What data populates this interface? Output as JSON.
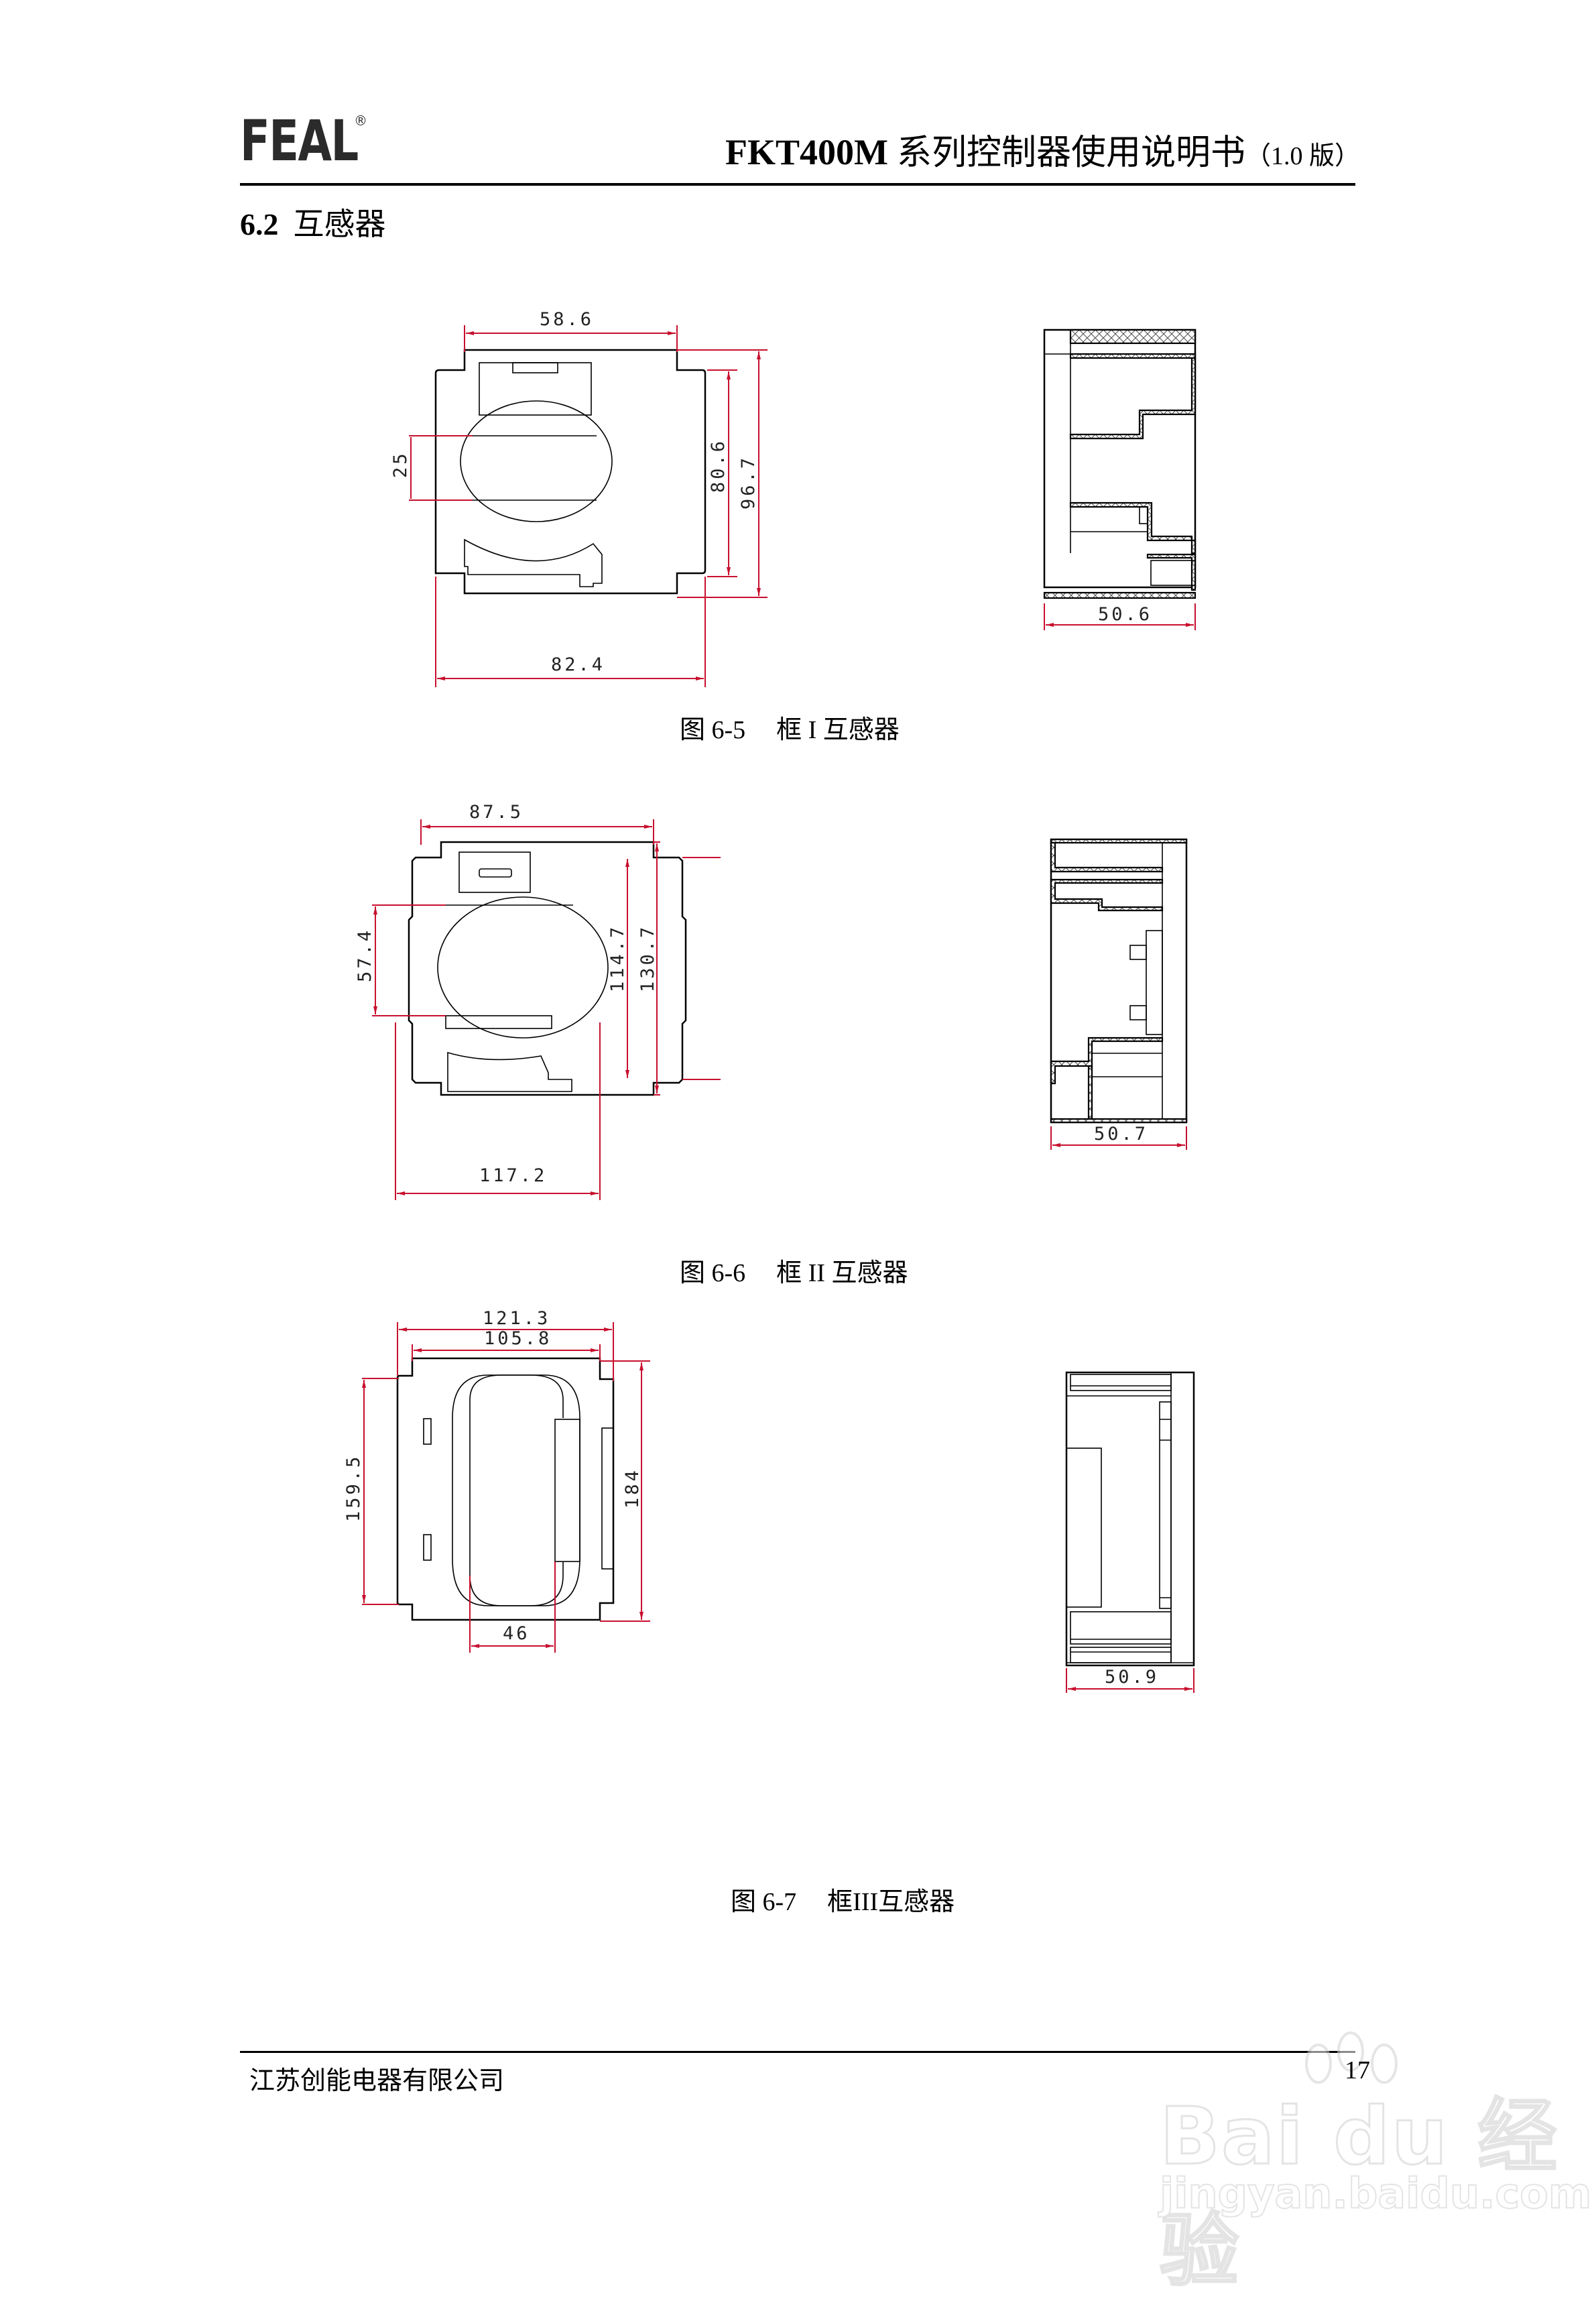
{
  "header": {
    "logo": "FEAL",
    "logo_mark": "®",
    "title_model": "FKT400M",
    "title_text": "系列控制器使用说明书",
    "title_version": "（1.0 版）"
  },
  "section": {
    "number": "6.2",
    "title": "互感器"
  },
  "figures": [
    {
      "caption_no": "图 6-5",
      "caption_text": "框 I 互感器",
      "front_view": {
        "dims": {
          "top_width": "58.6",
          "overall_width": "82.4",
          "window_height": "25",
          "inner_height": "80.6",
          "overall_height": "96.7"
        }
      },
      "side_view": {
        "dims": {
          "depth": "50.6"
        }
      }
    },
    {
      "caption_no": "图 6-6",
      "caption_text": "框 II 互感器",
      "front_view": {
        "dims": {
          "top_width": "87.5",
          "overall_width": "117.2",
          "window_height": "57.4",
          "inner_height": "114.7",
          "overall_height": "130.7"
        }
      },
      "side_view": {
        "dims": {
          "depth": "50.7"
        }
      }
    },
    {
      "caption_no": "图 6-7",
      "caption_text": "框III互感器",
      "front_view": {
        "dims": {
          "overall_width": "121.3",
          "inner_width": "105.8",
          "left_height": "159.5",
          "overall_height": "184",
          "window_width": "46"
        }
      },
      "side_view": {
        "dims": {
          "depth": "50.9"
        }
      }
    }
  ],
  "footer": {
    "company": "江苏创能电器有限公司",
    "page_number": "17"
  },
  "watermark": {
    "brand": "Bai du 经验",
    "url": "jingyan.baidu.com"
  },
  "colors": {
    "dimension_line": "#c8102e",
    "outline": "#000000"
  }
}
